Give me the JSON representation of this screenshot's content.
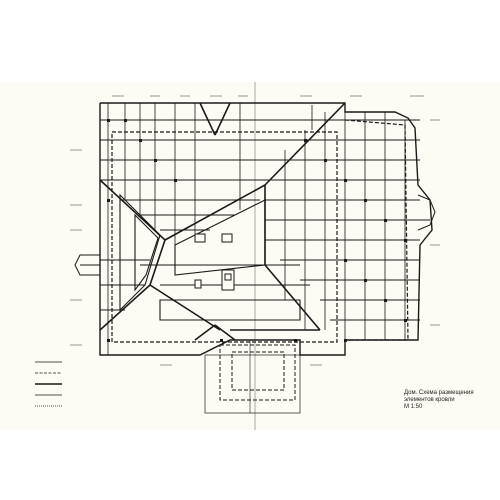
{
  "drawing": {
    "caption_lines": [
      "Дом. Схема размещения",
      "элементов кровли",
      "М 1:50"
    ],
    "watermark": "",
    "colors": {
      "line": "#1a1a1a",
      "paper": "#fdfbf3",
      "thin": "#555555"
    },
    "legend_items": [
      "",
      "",
      "",
      "",
      ""
    ]
  }
}
